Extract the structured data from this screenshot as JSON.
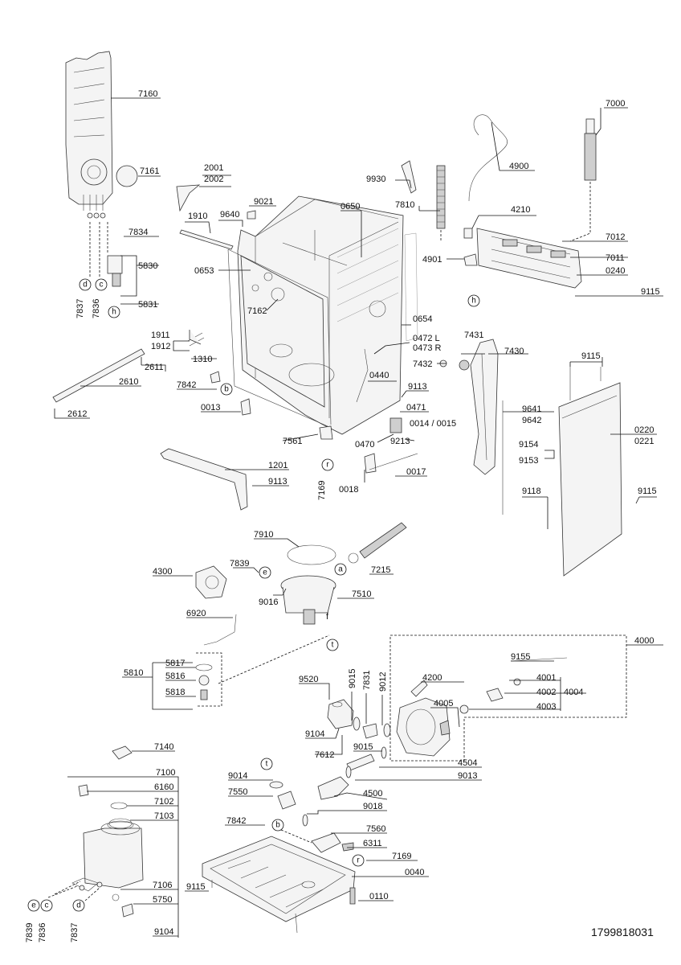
{
  "document_number": "1799818031",
  "labels": {
    "p7160": "7160",
    "p7161": "7161",
    "p2001": "2001",
    "p2002": "2002",
    "p7000": "7000",
    "p4900": "4900",
    "p9930": "9930",
    "p7810": "7810",
    "p9021": "9021",
    "p9640": "9640",
    "p1910": "1910",
    "p0650": "0650",
    "p4210": "4210",
    "p7012": "7012",
    "p7011": "7011",
    "p0240": "0240",
    "p4901": "4901",
    "p9115a": "9115",
    "p7834": "7834",
    "p5830": "5830",
    "p5831": "5831",
    "p7837a": "7837",
    "p7836a": "7836",
    "p0653": "0653",
    "p7162": "7162",
    "p0654": "0654",
    "p1911": "1911",
    "p1912": "1912",
    "p1310": "1310",
    "p0472": "0472 L",
    "p0473": "0473 R",
    "p7431": "7431",
    "p7430": "7430",
    "p7432": "7432",
    "p0440": "0440",
    "p2611": "2611",
    "p2610": "2610",
    "p7842a": "7842",
    "p9113a": "9113",
    "p9115b": "9115",
    "p0471": "0471",
    "p0014": "0014 / 0015",
    "p2612": "2612",
    "p0013": "0013",
    "p9641": "9641",
    "p9642": "9642",
    "p0220": "0220",
    "p0221": "0221",
    "p7561": "7561",
    "p0470": "0470",
    "p9213": "9213",
    "p9154": "9154",
    "p9153": "9153",
    "p1201": "1201",
    "p7169a": "7169",
    "p0017": "0017",
    "p0018": "0018",
    "p9113b": "9113",
    "p9118": "9118",
    "p9115c": "9115",
    "p7910": "7910",
    "p7839": "7839",
    "p7215": "7215",
    "p4300": "4300",
    "p9016": "9016",
    "p7510": "7510",
    "p6920": "6920",
    "p4000": "4000",
    "p9155": "9155",
    "p5817": "5817",
    "p5816": "5816",
    "p5818": "5818",
    "p5810": "5810",
    "p9520": "9520",
    "p9015a": "9015",
    "p7831": "7831",
    "p9012": "9012",
    "p4200": "4200",
    "p4001": "4001",
    "p4002": "4002",
    "p4004": "4004",
    "p4003": "4003",
    "p4005": "4005",
    "p9104a": "9104",
    "p7612": "7612",
    "p9015b": "9015",
    "p4504": "4504",
    "p7140": "7140",
    "p7100": "7100",
    "p6160": "6160",
    "p7102": "7102",
    "p7103": "7103",
    "p9014": "9014",
    "p9013": "9013",
    "p7550": "7550",
    "p4500": "4500",
    "p9018": "9018",
    "p7842b": "7842",
    "p7560": "7560",
    "p6311": "6311",
    "p7169b": "7169",
    "p0040": "0040",
    "p9115d": "9115",
    "p0110": "0110",
    "p7106": "7106",
    "p5750": "5750",
    "p7839b": "7839",
    "p7836b": "7836",
    "p7837b": "7837",
    "p9104b": "9104"
  },
  "markers": {
    "d1": "d",
    "c1": "c",
    "h1": "h",
    "h2": "h",
    "b1": "b",
    "r1": "r",
    "e1": "e",
    "a1": "a",
    "f1": "f",
    "t1": "t",
    "t2": "t",
    "b2": "b",
    "r2": "r",
    "e2": "e",
    "c2": "c",
    "d2": "d"
  }
}
